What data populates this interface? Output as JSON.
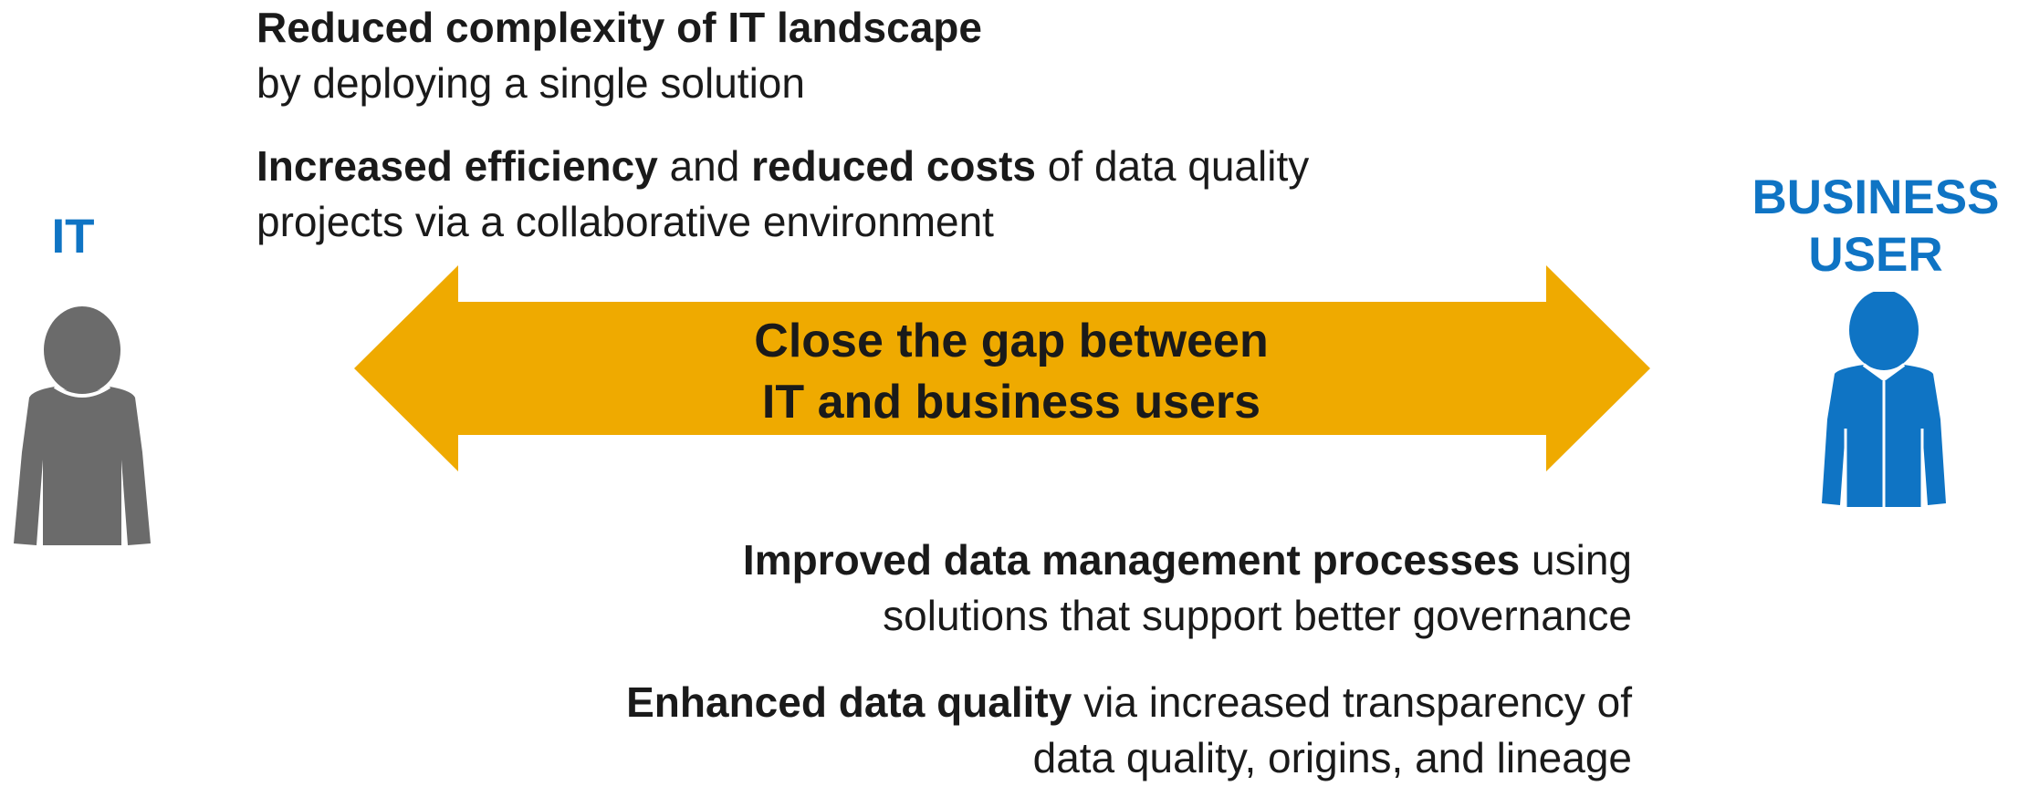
{
  "colors": {
    "arrow": "#efaa00",
    "it_person": "#6b6b6b",
    "business_person": "#0f74c4",
    "label_blue": "#0f74c4",
    "text": "#1a1a1a"
  },
  "top_benefits": [
    {
      "bold1": "Reduced complexity of IT landscape",
      "line2": "by deploying a single solution"
    },
    {
      "bold1": "Increased efficiency",
      "text1": " and ",
      "bold2": "reduced costs",
      "text2": " of data quality",
      "line2": "projects via a collaborative environment"
    }
  ],
  "bottom_benefits": [
    {
      "bold1": "Improved data management processes",
      "text1": " using",
      "line2": "solutions that support better governance"
    },
    {
      "bold1": "Enhanced data quality",
      "text1": " via increased transparency of",
      "line2": "data quality, origins, and lineage"
    }
  ],
  "arrow": {
    "line1": "Close the gap between",
    "line2": "IT and business users"
  },
  "personas": {
    "it": {
      "label": "IT",
      "icon": "person-icon"
    },
    "business": {
      "label_line1": "BUSINESS",
      "label_line2": "USER",
      "icon": "business-person-icon"
    }
  }
}
